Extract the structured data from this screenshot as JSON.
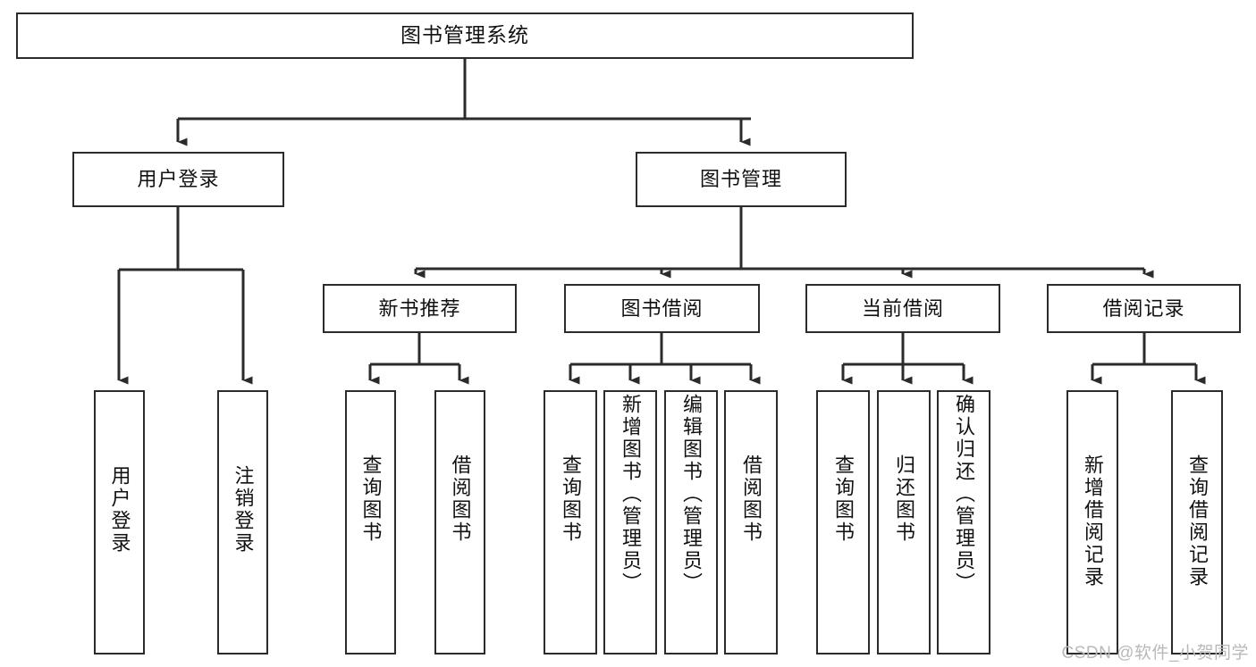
{
  "diagram": {
    "title": "图书管理系统",
    "type": "tree",
    "root": {
      "label": "图书管理系统"
    },
    "level2": [
      {
        "label": "用户登录"
      },
      {
        "label": "图书管理"
      }
    ],
    "level3": [
      {
        "label": "新书推荐"
      },
      {
        "label": "图书借阅"
      },
      {
        "label": "当前借阅"
      },
      {
        "label": "借阅记录"
      }
    ],
    "leaves": {
      "user_login": [
        {
          "label": "用户登录"
        },
        {
          "label": "注销登录"
        }
      ],
      "new_book_recommend": [
        {
          "label": "查询图书"
        },
        {
          "label": "借阅图书"
        }
      ],
      "book_borrow": [
        {
          "label": "查询图书"
        },
        {
          "label": "新增图书（管理员）"
        },
        {
          "label": "编辑图书（管理员）"
        },
        {
          "label": "借阅图书"
        }
      ],
      "current_borrow": [
        {
          "label": "查询图书"
        },
        {
          "label": "归还图书"
        },
        {
          "label": "确认归还（管理员）"
        }
      ],
      "borrow_record": [
        {
          "label": "新增借阅记录"
        },
        {
          "label": "查询借阅记录"
        }
      ]
    }
  },
  "watermark": {
    "text": "CSDN @软件_小贺同学"
  },
  "colors": {
    "stroke": "#2b2b2b",
    "fill": "#ffffff",
    "text": "#111111",
    "watermark": "#b9b9b9"
  }
}
